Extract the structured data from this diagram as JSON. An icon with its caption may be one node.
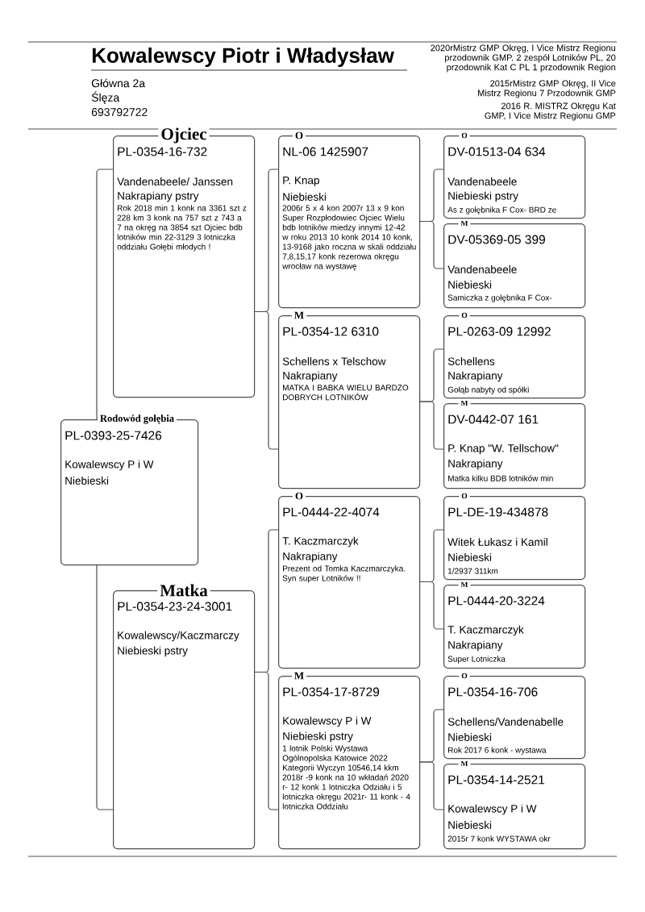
{
  "diagram": {
    "title": "Kowalewscy Piotr i Władysław",
    "nodes": [
      {
        "text": [
          "Rodowód gołębia",
          "PL-0393-25-7426",
          "Kowalewscy P i W",
          "Niebieski"
        ]
      },
      {
        "text": [
          "Ojciec",
          "PL-0354-16-732",
          "Vandenabeele/ Janssen",
          "Nakrapiany pstry",
          "Rok 2018 min 1 konk na 3361 szt z 228 km 3 konk na 757 szt z 743 a 7 na okręg na 3854 szt Ojciec bdb lotników min 22-3129 3 lotniczka oddziału Gołębi młodych !"
        ]
      },
      {
        "text": [
          "Matka",
          "PL-0354-23-24-3001",
          "Kowalewscy/Kaczmarczy",
          "Niebieski pstry"
        ]
      },
      {
        "text": [
          "O",
          "NL-06 1425907",
          "P. Knap",
          "Niebieski",
          "2006r 5 x 4 kon 2007r 13 x 9 kon Super Rozpłodowiec Ojciec Wielu bdb lotników miedzy innymi 12-42 w roku 2013 10 konk 2014 10 konk, 13-9168 jako roczna w skali oddziału 7,8,15,17 konk rezerowa okręgu wrocław na wystawę"
        ]
      },
      {
        "text": [
          "M",
          "PL-0354-12 6310",
          "Schellens x Telschow",
          "Nakrapiany",
          "MATKA I BABKA WIELU BARDZO DOBRYCH LOTNIKÓW"
        ]
      },
      {
        "text": [
          "O",
          "PL-0444-22-4074",
          "T. Kaczmarczyk",
          "Nakrapiany",
          "Prezent od Tomka Kaczmarczyka. Syn super Lotników !!"
        ]
      },
      {
        "text": [
          "M",
          "PL-0354-17-8729",
          "Kowalewscy P i W",
          "Niebieski pstry",
          "1 lotnik Polski Wystawa Ogólnopolska Katowice 2022 Kategorii Wyczyn 10546,14 kkm 2018r -9 konk na 10 wkładań 2020 r- 12 konk 1 lotniczka Odziału i 5 lotniczka okręgu 2021r- 11 konk - 4 lotniczka Oddziału"
        ]
      },
      {
        "text": [
          "O",
          "DV-01513-04 634",
          "Vandenabeele",
          "Niebieski pstry",
          "As z gołębnika F Cox- BRD ze"
        ]
      },
      {
        "text": [
          "M",
          "DV-05369-05 399",
          "Vandenabeele",
          "Niebieski",
          "Samiczka z gołębnika F Cox-"
        ]
      },
      {
        "text": [
          "O",
          "PL-0263-09 12992",
          "Schellens",
          "Nakrapiany",
          "Gołąb nabyty od spółki"
        ]
      },
      {
        "text": [
          "M",
          "DV-0442-07 161",
          "P. Knap \"W. Tellschow\"",
          "Nakrapiany",
          "Matka kilku BDB lotników min"
        ]
      },
      {
        "text": [
          "O",
          "PL-DE-19-434878",
          "Witek Łukasz i Kamil",
          "Niebieski",
          "1/2937 311km"
        ]
      },
      {
        "text": [
          "M",
          "PL-0444-20-3224",
          "T. Kaczmarczyk",
          "Nakrapiany",
          "Super Lotniczka"
        ]
      },
      {
        "text": [
          "O",
          "PL-0354-16-706",
          "Schellens/Vandenabelle",
          "Niebieski",
          "Rok 2017 6 konk - wystawa"
        ]
      },
      {
        "text": [
          "M",
          "PL-0354-14-2521",
          "Kowalewscy P i W",
          "Niebieski",
          "2015r 7 konk WYSTAWA okr"
        ]
      }
    ],
    "edges": [
      {
        "from": 0,
        "to": 1,
        "arrow": "none"
      },
      {
        "from": 0,
        "to": 2,
        "arrow": "none"
      },
      {
        "from": 1,
        "to": 3,
        "arrow": "none"
      },
      {
        "from": 1,
        "to": 4,
        "arrow": "none"
      },
      {
        "from": 2,
        "to": 5,
        "arrow": "none"
      },
      {
        "from": 2,
        "to": 6,
        "arrow": "none"
      },
      {
        "from": 3,
        "to": 7,
        "arrow": "none"
      },
      {
        "from": 3,
        "to": 8,
        "arrow": "none"
      },
      {
        "from": 4,
        "to": 9,
        "arrow": "none"
      },
      {
        "from": 4,
        "to": 10,
        "arrow": "none"
      },
      {
        "from": 5,
        "to": 11,
        "arrow": "none"
      },
      {
        "from": 5,
        "to": 12,
        "arrow": "none"
      },
      {
        "from": 6,
        "to": 13,
        "arrow": "none"
      },
      {
        "from": 6,
        "to": 14,
        "arrow": "none"
      }
    ],
    "labels": [
      "Główna 2a",
      "Ślęza",
      "693792722",
      "2020rMistrz GMP Okręg, I Vice Mistrz Regionu przodownik GMP. 2 zespół Lotników PL, 20 przodownik Kat C PL 1 przodownik Region",
      "2015rMistrz GMP Okręg, II Vice Mistrz Regionu 7 Przodownik GMP",
      "2016 R. MISTRZ Okręgu Kat GMP, I Vice Mistrz Regionu GMP"
    ]
  }
}
